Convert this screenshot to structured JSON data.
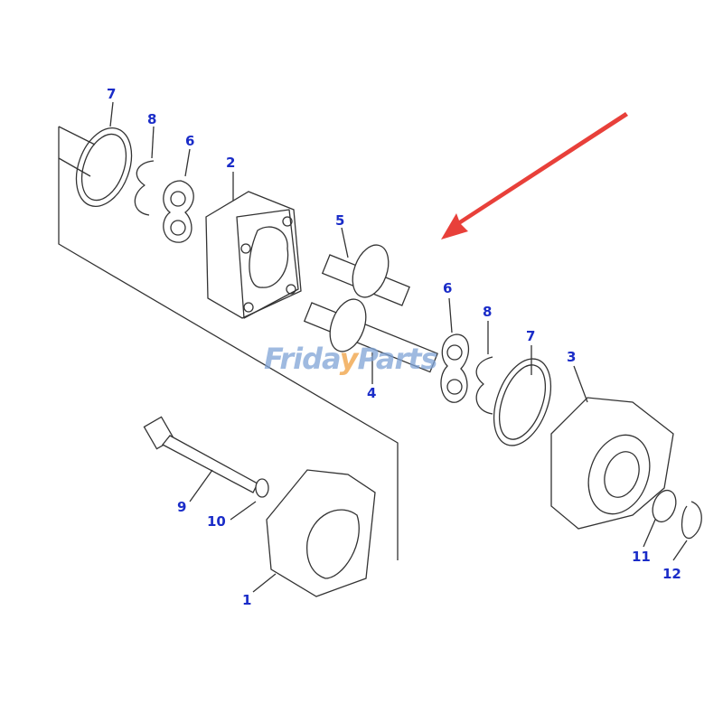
{
  "diagram": {
    "callouts": [
      {
        "id": "7a",
        "text": "7"
      },
      {
        "id": "8a",
        "text": "8"
      },
      {
        "id": "6a",
        "text": "6"
      },
      {
        "id": "2",
        "text": "2"
      },
      {
        "id": "5",
        "text": "5"
      },
      {
        "id": "6b",
        "text": "6"
      },
      {
        "id": "8b",
        "text": "8"
      },
      {
        "id": "7b",
        "text": "7"
      },
      {
        "id": "3",
        "text": "3"
      },
      {
        "id": "4",
        "text": "4"
      },
      {
        "id": "9",
        "text": "9"
      },
      {
        "id": "10",
        "text": "10"
      },
      {
        "id": "1",
        "text": "1"
      },
      {
        "id": "11",
        "text": "11"
      },
      {
        "id": "12",
        "text": "12"
      }
    ],
    "arrow_color": "#e8403a",
    "label_color": "#1a2cc8"
  },
  "watermark": {
    "part1": "Frida",
    "part2": "y",
    "part3": "Parts"
  }
}
